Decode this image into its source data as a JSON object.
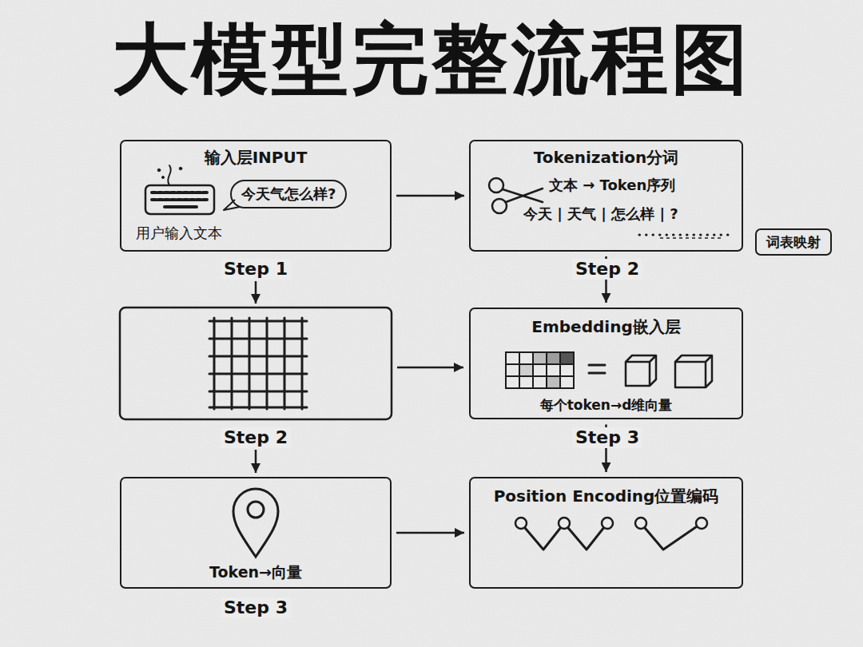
{
  "diagram": {
    "title": "大模型完整流程图",
    "nodes": [
      {
        "text": [
          "输入层INPUT",
          "用户输入文本"
        ]
      },
      {
        "text": [
          "今天气怎么样?"
        ],
        "in": 0
      },
      {
        "text": [
          "Tokenization分词",
          "文本 → Token序列",
          "今天 | 天气 | 怎么样 | ?"
        ]
      },
      {
        "text": [
          "词表映射"
        ]
      },
      {
        "text": [
          "Embedding嵌入层",
          "每个token→d维向量"
        ]
      },
      {
        "text": [
          "Token→向量"
        ]
      },
      {
        "text": [
          "Position Encoding位置编码"
        ]
      }
    ],
    "edges": [
      {
        "from": 0,
        "to": 2,
        "arrow": "to"
      },
      {
        "from": 2,
        "to": 4,
        "arrow": "to"
      },
      {
        "from": 4,
        "to": 6,
        "arrow": "to"
      },
      {
        "from": 5,
        "to": 6,
        "arrow": "to"
      }
    ],
    "labels": [
      "Step 1",
      "Step 2",
      "Step 2",
      "Step 3",
      "Step 3"
    ]
  }
}
